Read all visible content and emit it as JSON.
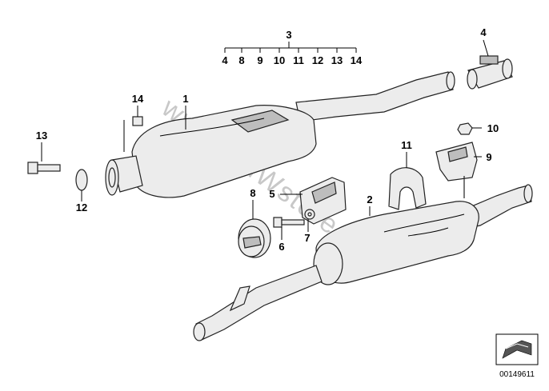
{
  "diagram": {
    "callouts": {
      "c1": "1",
      "c2": "2",
      "c3": "3",
      "c4": "4",
      "c5": "5",
      "c6": "6",
      "c7": "7",
      "c8": "8",
      "c9": "9",
      "c10": "10",
      "c11": "11",
      "c12": "12",
      "c13": "13",
      "c14": "14"
    },
    "group_3": {
      "title": "3",
      "items": [
        "4",
        "8",
        "9",
        "10",
        "11",
        "12",
        "13",
        "14"
      ]
    },
    "watermark": "www.BMWstore.pl",
    "reference_number": "00149611"
  },
  "colors": {
    "line": "#222222",
    "part_fill": "#ececec",
    "watermark": "#c8c8c8"
  }
}
